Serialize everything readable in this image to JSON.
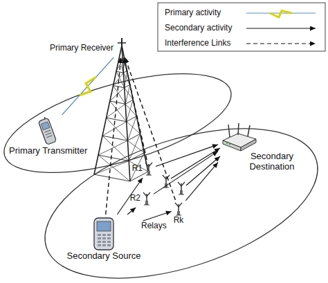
{
  "diagram": {
    "nodes": [
      {
        "text": [
          "Primary Receiver"
        ]
      },
      {
        "text": [
          "Primary Transmitter"
        ]
      },
      {
        "text": [
          "Secondary Source"
        ]
      },
      {
        "text": [
          "Secondary Destination"
        ]
      },
      {
        "text": [
          "R1"
        ]
      },
      {
        "text": [
          "R2"
        ]
      },
      {
        "text": [
          "Rk"
        ]
      }
    ],
    "edges": [
      {
        "from": 1,
        "to": 0,
        "arrow": "none"
      },
      {
        "from": 2,
        "to": 4,
        "arrow": "to"
      },
      {
        "from": 2,
        "to": 5,
        "arrow": "to"
      },
      {
        "from": 2,
        "to": 6,
        "arrow": "to"
      },
      {
        "from": 4,
        "to": 3,
        "arrow": "to"
      },
      {
        "from": 5,
        "to": 3,
        "arrow": "to"
      },
      {
        "from": 6,
        "to": 3,
        "arrow": "to"
      },
      {
        "from": 2,
        "to": 0,
        "arrow": "to"
      },
      {
        "from": 4,
        "to": 0,
        "arrow": "to"
      },
      {
        "from": 6,
        "to": 0,
        "arrow": "to"
      }
    ],
    "labels": [
      "Relays"
    ],
    "legend": [
      {
        "text": "Primary activity"
      },
      {
        "text": "Secondary activity"
      },
      {
        "text": "Interference Links"
      }
    ]
  }
}
